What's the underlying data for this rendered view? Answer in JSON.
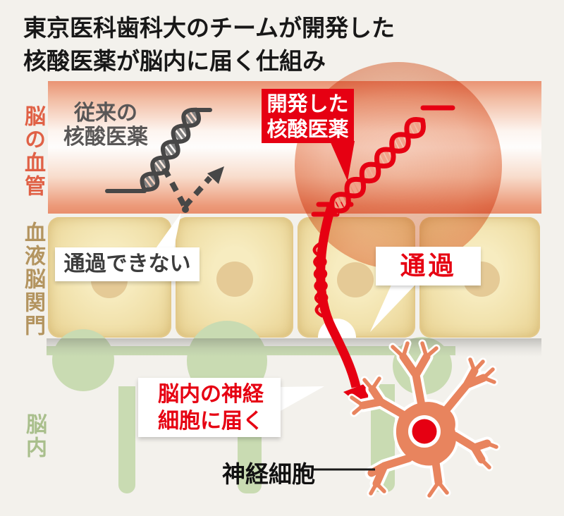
{
  "title": {
    "line1": "東京医科歯科大のチームが開発した",
    "line2": "核酸医薬が脳内に届く仕組み"
  },
  "side_labels": {
    "vessel": "脳の血管",
    "barrier": "血液脳関門",
    "brain": "脳内"
  },
  "labels": {
    "conventional_drug_line1": "従来の",
    "conventional_drug_line2": "核酸医薬",
    "developed_drug_line1": "開発した",
    "developed_drug_line2": "核酸医薬",
    "cannot_pass": "通過できない",
    "pass": "通過",
    "reach_line1": "脳内の神経",
    "reach_line2": "細胞に届く",
    "neuron": "神経細胞"
  },
  "icons": {
    "conventional_dna": "gray-dna-helix-icon",
    "developed_dna": "red-dna-helix-icon",
    "small_dna": "small-red-dna-helix-icon",
    "bounce_arrow": "dashed-bounce-arrow-icon",
    "pass_arrow": "red-curved-arrow-icon",
    "neuron": "neuron-cell-icon"
  },
  "colors": {
    "accent_red": "#e60012",
    "vessel_band_salmon": "#eb9877",
    "vessel_label": "#e06146",
    "barrier_label": "#b3945f",
    "brain_label": "#a9bf8c",
    "barrier_cell": "#f1e1ab",
    "astrocyte_green": "#c9dbb2",
    "neuron_body": "#e8845e",
    "conventional_gray": "#4a4a4a",
    "background": "#f3f1ec"
  }
}
